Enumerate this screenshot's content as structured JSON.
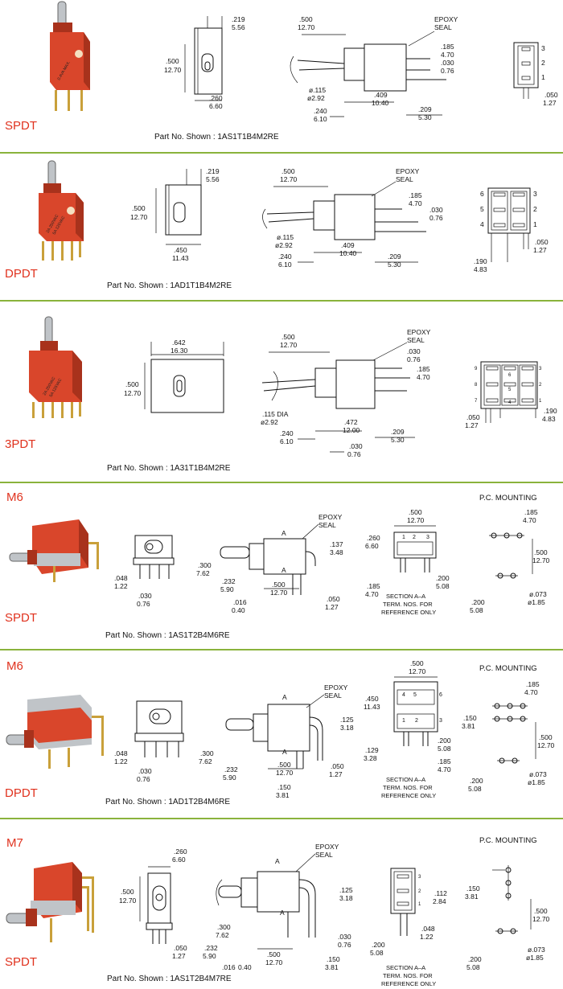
{
  "sections": [
    {
      "type_label": "SPDT",
      "mount_label": "",
      "part_no": "Part No. Shown : 1AS1T1B4M2RE",
      "front_dims": [
        ".219",
        "5.56",
        ".500",
        "12.70",
        ".260",
        "6.60"
      ],
      "side_dims": [
        ".500",
        "12.70",
        "EPOXY",
        "SEAL",
        ".185",
        "4.70",
        ".030",
        "0.76",
        "ø.115",
        "ø2.92",
        ".409",
        "10.40",
        ".240",
        "6.10",
        ".209",
        "5.30"
      ],
      "term_dims": [
        ".050",
        "1.27"
      ],
      "term_nums": [
        "3",
        "2",
        "1"
      ],
      "body_text": [
        "0.4VA MAX."
      ]
    },
    {
      "type_label": "DPDT",
      "mount_label": "",
      "part_no": "Part No. Shown : 1AD1T1B4M2RE",
      "front_dims": [
        ".219",
        "5.56",
        ".500",
        "12.70",
        ".450",
        "11.43"
      ],
      "side_dims": [
        ".500",
        "12.70",
        "EPOXY",
        "SEAL",
        ".185",
        "4.70",
        ".030",
        "0.76",
        "ø.115",
        "ø2.92",
        ".409",
        "10.40",
        ".240",
        "6.10",
        ".209",
        "5.30"
      ],
      "term_dims": [
        ".050",
        "1.27",
        ".190",
        "4.83"
      ],
      "term_nums": [
        "6",
        "5",
        "4",
        "3",
        "2",
        "1"
      ],
      "body_text": [
        "2A 250VAC",
        "5A 125VAC"
      ]
    },
    {
      "type_label": "3PDT",
      "mount_label": "",
      "part_no": "Part No. Shown : 1A31T1B4M2RE",
      "front_dims": [
        ".642",
        "16.30",
        ".500",
        "12.70"
      ],
      "side_dims": [
        ".500",
        "12.70",
        "EPOXY",
        "SEAL",
        ".030",
        "0.76",
        ".185",
        "4.70",
        ".115 DIA",
        "ø2.92",
        ".472",
        "12.00",
        ".240",
        "6.10",
        ".209",
        "5.30",
        ".030",
        "0.76"
      ],
      "term_dims": [
        ".050",
        "1.27",
        ".190",
        "4.83"
      ],
      "term_nums": [
        "9",
        "6",
        "3",
        "8",
        "5",
        "2",
        "7",
        "4",
        "1"
      ],
      "body_text": [
        "2A 250VAC",
        "5A 125VAC"
      ]
    },
    {
      "type_label": "SPDT",
      "mount_label": "M6",
      "part_no": "Part No. Shown : 1AS1T2B4M6RE",
      "front_dims": [
        ".048",
        "1.22",
        ".030",
        "0.76"
      ],
      "side_dims": [
        "EPOXY",
        "SEAL",
        "A",
        "A",
        ".137",
        "3.48",
        ".300",
        "7.62",
        ".232",
        "5.90",
        ".500",
        "12.70",
        ".016",
        "0.40",
        ".050",
        "1.27"
      ],
      "section_dims": [
        ".500",
        "12.70",
        ".260",
        "6.60",
        ".185",
        "4.70",
        ".200",
        "5.08"
      ],
      "section_text": [
        "SECTION  A–A",
        "TERM. NOS. FOR",
        "REFERENCE ONLY"
      ],
      "term_nums": [
        "1",
        "2",
        "3"
      ],
      "pcm_title": "P.C. MOUNTING",
      "pcm_dims": [
        ".185",
        "4.70",
        ".500",
        "12.70",
        "ø.073",
        "ø1.85",
        ".200",
        "5.08"
      ]
    },
    {
      "type_label": "DPDT",
      "mount_label": "M6",
      "part_no": "Part No. Shown : 1AD1T2B4M6RE",
      "front_dims": [
        ".048",
        "1.22",
        ".030",
        "0.76"
      ],
      "side_dims": [
        "EPOXY",
        "SEAL",
        "A",
        "A",
        ".125",
        "3.18",
        ".300",
        "7.62",
        ".232",
        "5.90",
        ".500",
        "12.70",
        ".050",
        "1.27",
        ".150",
        "3.81"
      ],
      "section_dims": [
        ".500",
        "12.70",
        ".450",
        "11.43",
        ".129",
        "3.28",
        ".200",
        "5.08",
        ".185",
        "4.70"
      ],
      "section_text": [
        "SECTION  A–A",
        "TERM. NOS. FOR",
        "REFERENCE ONLY"
      ],
      "term_nums": [
        "4",
        "5",
        "6",
        "1",
        "2",
        "3"
      ],
      "pcm_title": "P.C. MOUNTING",
      "pcm_dims": [
        ".185",
        "4.70",
        ".150",
        "3.81",
        ".500",
        "12.70",
        "ø.073",
        "ø1.85",
        ".200",
        "5.08"
      ]
    },
    {
      "type_label": "SPDT",
      "mount_label": "M7",
      "part_no": "Part No. Shown : 1AS1T2B4M7RE",
      "front_dims": [
        ".260",
        "6.60",
        ".500",
        "12.70",
        ".050",
        "1.27"
      ],
      "side_dims": [
        "EPOXY",
        "SEAL",
        "A",
        "A",
        ".125",
        "3.18",
        ".300",
        "7.62",
        ".232",
        "5.90",
        ".500",
        "12.70",
        ".016",
        "0.40",
        ".030",
        "0.76",
        ".150",
        "3.81"
      ],
      "section_dims": [
        ".112",
        "2.84",
        ".048",
        "1.22",
        ".200",
        "5.08"
      ],
      "section_text": [
        "SECTION  A–A",
        "TERM. NOS. FOR",
        "REFERENCE ONLY"
      ],
      "term_nums": [
        "3",
        "2",
        "1"
      ],
      "pcm_title": "P.C. MOUNTING",
      "pcm_dims": [
        ".150",
        "3.81",
        ".500",
        "12.70",
        "ø.073",
        "ø1.85",
        ".200",
        "5.08"
      ]
    }
  ],
  "colors": {
    "accent": "#e0321e",
    "divider": "#8ab33c",
    "switch_body": "#d9462b",
    "switch_body_dark": "#a8321c",
    "metal": "#c0c4c8",
    "gold": "#c9a03a"
  },
  "icons": [
    "toggle-switch-photo",
    "dimension-drawing"
  ]
}
